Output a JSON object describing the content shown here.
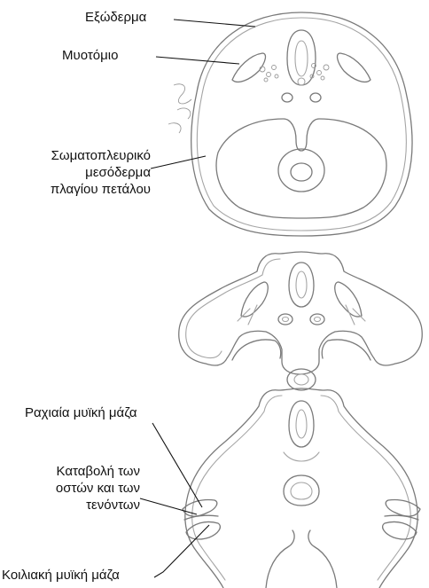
{
  "labels": {
    "ectoderm": "Εξώδερμα",
    "myotome": "Μυοτόμιο",
    "somatic_mesoderm": [
      "Σωματοπλευρικό",
      "μεσόδερμα",
      "πλαγίου πετάλου"
    ],
    "dorsal_muscle_mass": "Ραχιαία μυϊκή μάζα",
    "bone_tendon_insertion": [
      "Καταβολή των",
      "οστών και των",
      "τενόντων"
    ],
    "ventral_muscle_mass": "Κοιλιακή μυϊκή μάζα"
  },
  "colors": {
    "text": "#111111",
    "pointer": "#111111",
    "outline": "#7a7a7a"
  }
}
